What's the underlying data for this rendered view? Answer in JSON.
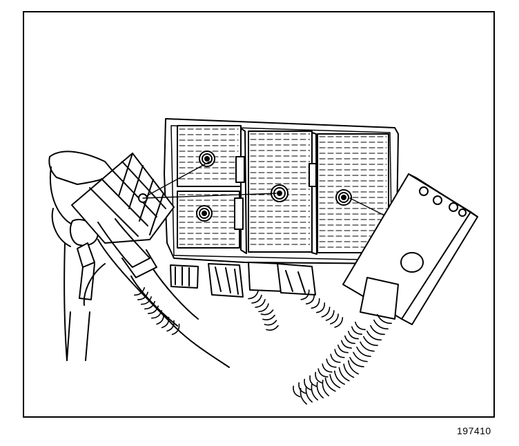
{
  "figure": {
    "number": "197410"
  },
  "colors": {
    "ink": "#000000",
    "paper": "#ffffff"
  },
  "icons": [
    "fuse-block-illustration",
    "connector-illustration",
    "hand-illustration",
    "wire-harness-illustration"
  ]
}
